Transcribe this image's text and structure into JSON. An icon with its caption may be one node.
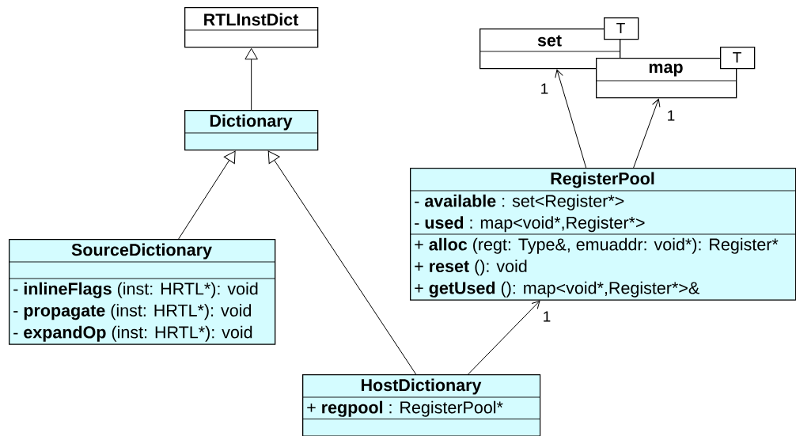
{
  "diagram": {
    "nodes": [
      {
        "text": [
          "RTLInstDict"
        ]
      },
      {
        "text": [
          "set"
        ]
      },
      {
        "text": [
          "T"
        ]
      },
      {
        "text": [
          "map"
        ]
      },
      {
        "text": [
          "T"
        ]
      },
      {
        "text": [
          "Dictionary"
        ]
      },
      {
        "text": [
          "RegisterPool",
          "- **available** : set<Register*>",
          "- **used** : map<void*,Register*>",
          "+ **alloc** (regt: Type&, emuaddr: void*): Register*",
          "+ **reset** (): void",
          "+ **getUsed** (): map<void*,Register*>&"
        ]
      },
      {
        "text": [
          "SourceDictionary",
          "- **inlineFlags** (inst: HRTL*): void",
          "- **propagate** (inst: HRTL*): void",
          "- **expandOp** (inst: HRTL*): void"
        ]
      },
      {
        "text": [
          "HostDictionary",
          "+ **regpool** : RegisterPool*"
        ]
      }
    ],
    "edges": [
      {
        "from": 5,
        "to": 0,
        "arrow": "to"
      },
      {
        "from": 7,
        "to": 5,
        "arrow": "to"
      },
      {
        "from": 8,
        "to": 5,
        "arrow": "to"
      },
      {
        "from": 6,
        "to": 1,
        "arrow": "to",
        "label": "1"
      },
      {
        "from": 6,
        "to": 3,
        "arrow": "to",
        "label": "1"
      },
      {
        "from": 8,
        "to": 6,
        "arrow": "to",
        "label": "1"
      }
    ]
  }
}
